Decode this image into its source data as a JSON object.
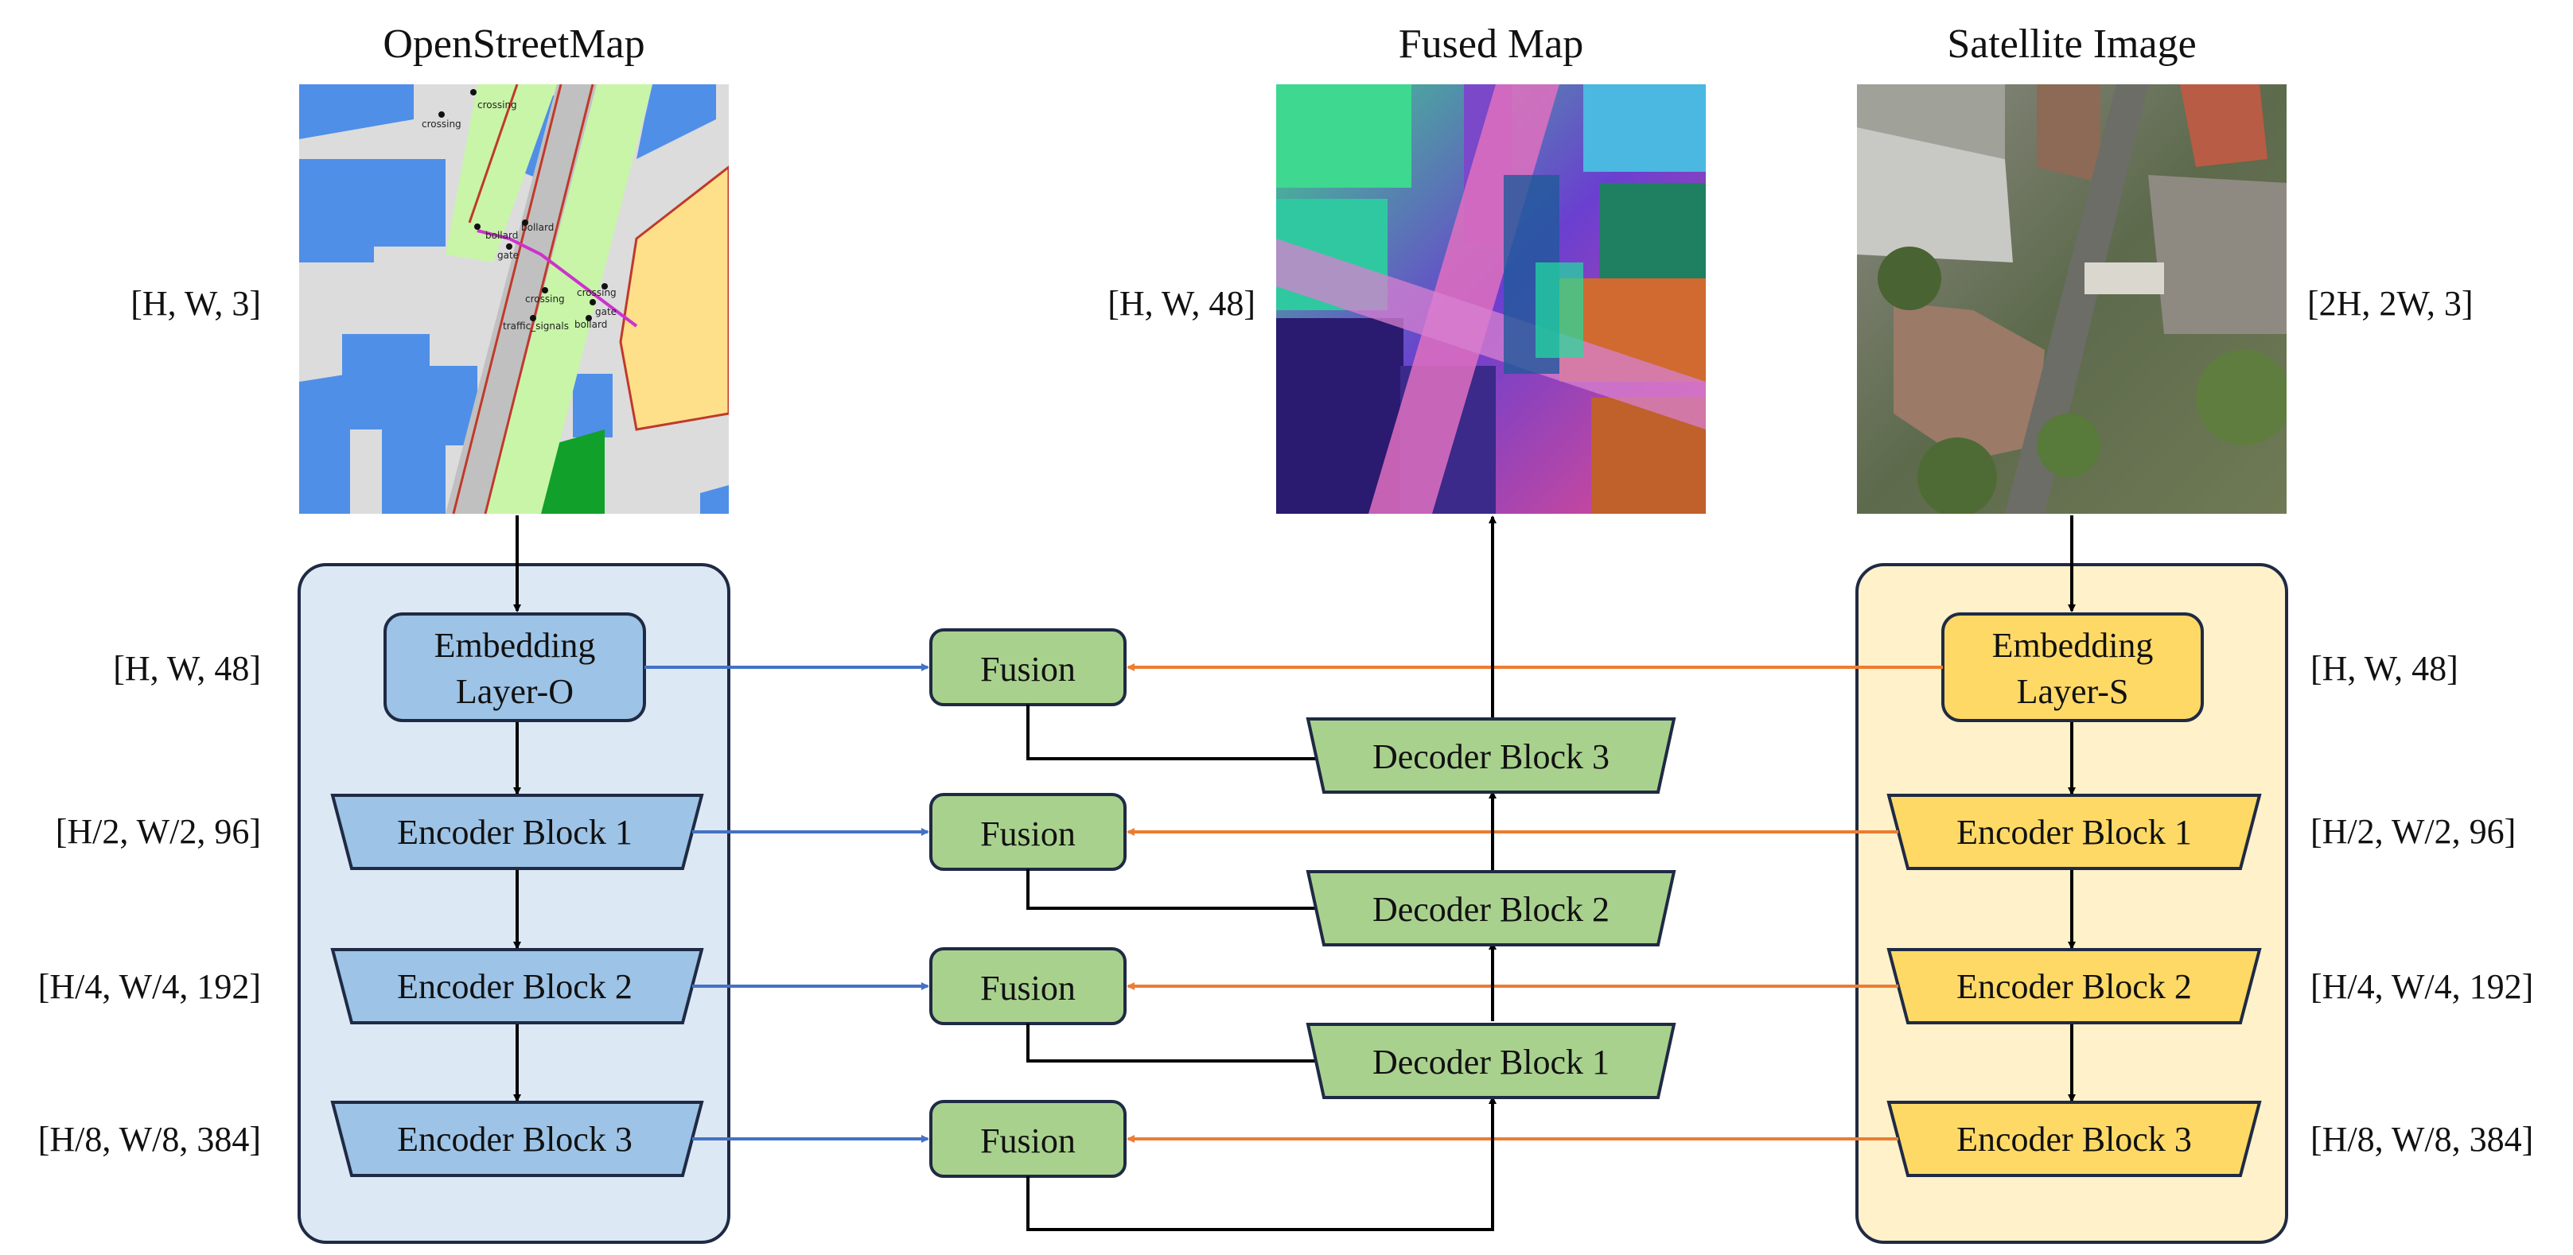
{
  "titles": {
    "osm": "OpenStreetMap",
    "fused": "Fused Map",
    "satellite": "Satellite Image"
  },
  "dims": {
    "osm_input": "[H, W, 3]",
    "fused_output": "[H, W, 48]",
    "sat_input": "[2H, 2W, 3]",
    "left": [
      "[H, W, 48]",
      "[H/2, W/2, 96]",
      "[H/4, W/4, 192]",
      "[H/8, W/8, 384]"
    ],
    "right": [
      "[H, W, 48]",
      "[H/2, W/2, 96]",
      "[H/4, W/4, 192]",
      "[H/8, W/8, 384]"
    ]
  },
  "osm_branch": {
    "embedding_line1": "Embedding",
    "embedding_line2": "Layer-O",
    "encoders": [
      "Encoder Block 1",
      "Encoder Block 2",
      "Encoder Block 3"
    ]
  },
  "sat_branch": {
    "embedding_line1": "Embedding",
    "embedding_line2": "Layer-S",
    "encoders": [
      "Encoder Block 1",
      "Encoder Block 2",
      "Encoder Block 3"
    ]
  },
  "fusion": [
    "Fusion",
    "Fusion",
    "Fusion",
    "Fusion"
  ],
  "decoders": [
    "Decoder Block 3",
    "Decoder Block 2",
    "Decoder Block 1"
  ],
  "osm_map_labels": [
    "crossing",
    "crossing",
    "bollard",
    "bollard",
    "gate",
    "crossing",
    "crossing",
    "gate",
    "traffic_signals",
    "bollard"
  ],
  "colors": {
    "osm_panel": "#dde8f5",
    "osm_block": "#9dc3e6",
    "sat_panel": "#fff1c9",
    "sat_block": "#ffd966",
    "fusion_block": "#a9d18e",
    "osm_arrow": "#4472c4",
    "sat_arrow": "#ed7d31",
    "flow_arrow": "#000000"
  }
}
